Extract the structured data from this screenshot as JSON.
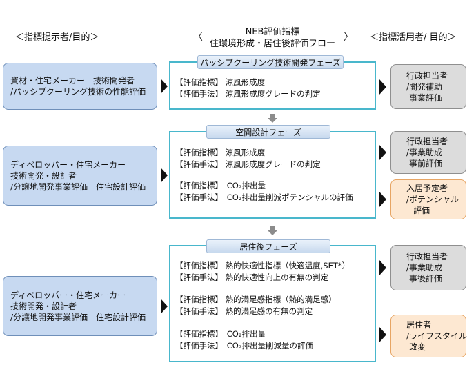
{
  "headers": {
    "left": "＜指標提示者/目的＞",
    "center_bracket_left": "〈",
    "center_bracket_right": "〉",
    "center_line1": "NEB評価指標",
    "center_line2": "住環境形成・居住後評価フロー",
    "right": "＜指標活用者/ 目的＞"
  },
  "left_boxes": [
    {
      "lines": [
        "資材・住宅メーカー　技術開発者",
        "/パッシブクーリング技術の性能評価"
      ]
    },
    {
      "lines": [
        "ディベロッパー・住宅メーカー",
        "技術開発・設計者",
        "/分譲地開発事業評価　住宅設計評価"
      ]
    },
    {
      "lines": [
        "ディベロッパー・住宅メーカー",
        "技術開発・設計者",
        "/分譲地開発事業評価　住宅設計評価"
      ]
    }
  ],
  "phases": [
    {
      "title": "パッシブクーリング技術開発フェーズ",
      "lines": [
        "【評価指標】 涼風形成度",
        "【評価手法】 涼風形成度グレードの判定"
      ]
    },
    {
      "title": "空間設計フェーズ",
      "lines": [
        "【評価指標】 涼風形成度",
        "【評価手法】 涼風形成度グレードの判定",
        "【評価指標】　CO₂排出量",
        "【評価手法】　CO₂排出量削減ポテンシャルの評価"
      ]
    },
    {
      "title": "居住後フェーズ",
      "lines": [
        "【評価指標】 熱的快適性指標（快適温度,SET*）",
        "【評価手法】 熱的快適性向上の有無の判定",
        "【評価指標】 熱的満足感指標（熱的満足感）",
        "【評価手法】 熱的満足感の有無の判定",
        "【評価指標】　CO₂排出量",
        "【評価手法】　CO₂排出量削減量の評価"
      ]
    }
  ],
  "right_boxes": [
    {
      "lines": [
        "行政担当者",
        "/開発補助",
        "事業評価"
      ],
      "color": "#dcdcdc"
    },
    {
      "lines": [
        "行政担当者",
        "/事業助成",
        "事前評価"
      ],
      "color": "#dcdcdc"
    },
    {
      "lines": [
        "入居予定者",
        "/ポテンシャル",
        "評価"
      ],
      "color": "#fde8d2"
    },
    {
      "lines": [
        "行政担当者",
        "/事業助成",
        "事後評価"
      ],
      "color": "#dcdcdc"
    },
    {
      "lines": [
        "居住者",
        "/ライフスタイル",
        "改変"
      ],
      "color": "#fde8d2"
    }
  ]
}
